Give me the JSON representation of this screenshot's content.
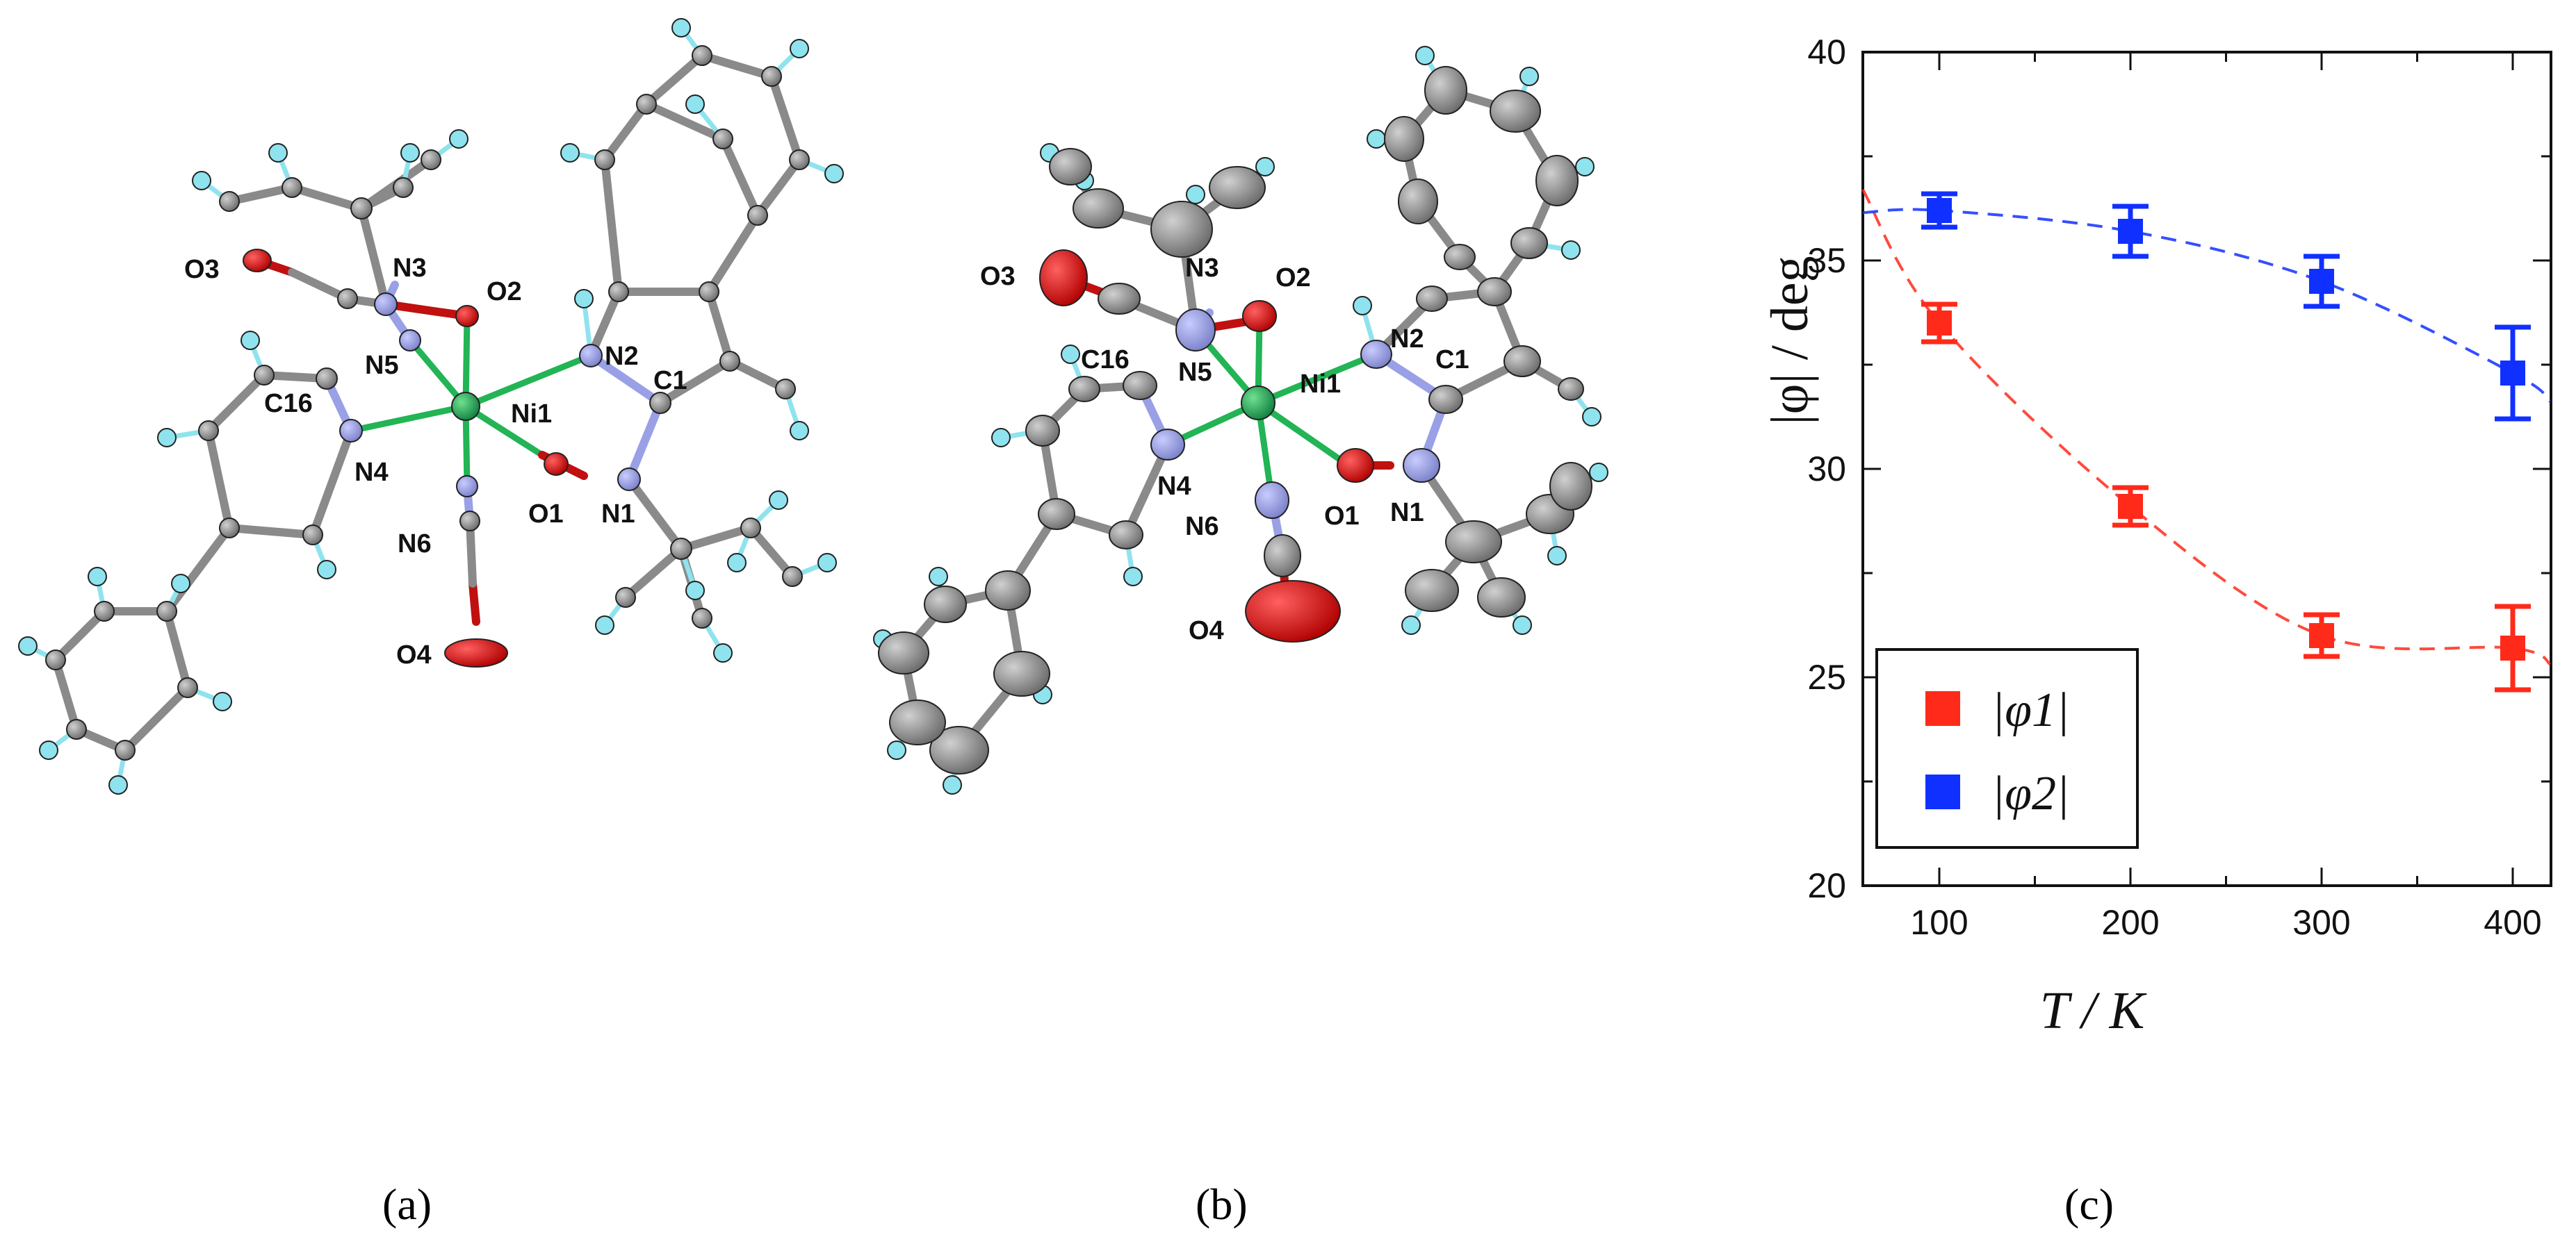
{
  "panels": {
    "a": {
      "label": "(a)",
      "atom_labels": {
        "O3": "O3",
        "N3": "N3",
        "O2": "O2",
        "N5": "N5",
        "N2": "N2",
        "C16": "C16",
        "Ni1": "Ni1",
        "C1": "C1",
        "N4": "N4",
        "O1": "O1",
        "N1": "N1",
        "N6": "N6",
        "O4": "O4"
      }
    },
    "b": {
      "label": "(b)",
      "atom_labels": {
        "O3": "O3",
        "N3": "N3",
        "O2": "O2",
        "N2": "N2",
        "C16": "C16",
        "N5": "N5",
        "Ni1": "Ni1",
        "C1": "C1",
        "N4": "N4",
        "N6": "N6",
        "O1": "O1",
        "N1": "N1",
        "O4": "O4"
      }
    },
    "c": {
      "label": "(c)"
    }
  },
  "colors": {
    "carbon": "#8a8a8a",
    "hydrogen": "#8fe3ee",
    "nitrogen": "#9aa0e6",
    "oxygen": "#e01010",
    "nickel": "#20b050",
    "series1": "#ff2a1a",
    "series2": "#1030ff"
  },
  "chart_data": {
    "type": "scatter",
    "ylabel": "|φ| / deg",
    "xlabel": "T / K",
    "xlim": [
      60,
      420
    ],
    "ylim": [
      20,
      40
    ],
    "xticks": [
      100,
      200,
      300,
      400
    ],
    "yticks": [
      20,
      25,
      30,
      35,
      40
    ],
    "legend": "bottom-left",
    "series": [
      {
        "name": "|φ1|",
        "color": "#ff2a1a",
        "x": [
          100,
          200,
          300,
          400
        ],
        "y": [
          33.5,
          29.1,
          26.0,
          25.7
        ],
        "err": [
          0.45,
          0.45,
          0.5,
          1.0
        ]
      },
      {
        "name": "|φ2|",
        "color": "#1030ff",
        "x": [
          100,
          200,
          300,
          400
        ],
        "y": [
          36.2,
          35.7,
          34.5,
          32.3
        ],
        "err": [
          0.4,
          0.6,
          0.6,
          1.1
        ]
      }
    ]
  }
}
